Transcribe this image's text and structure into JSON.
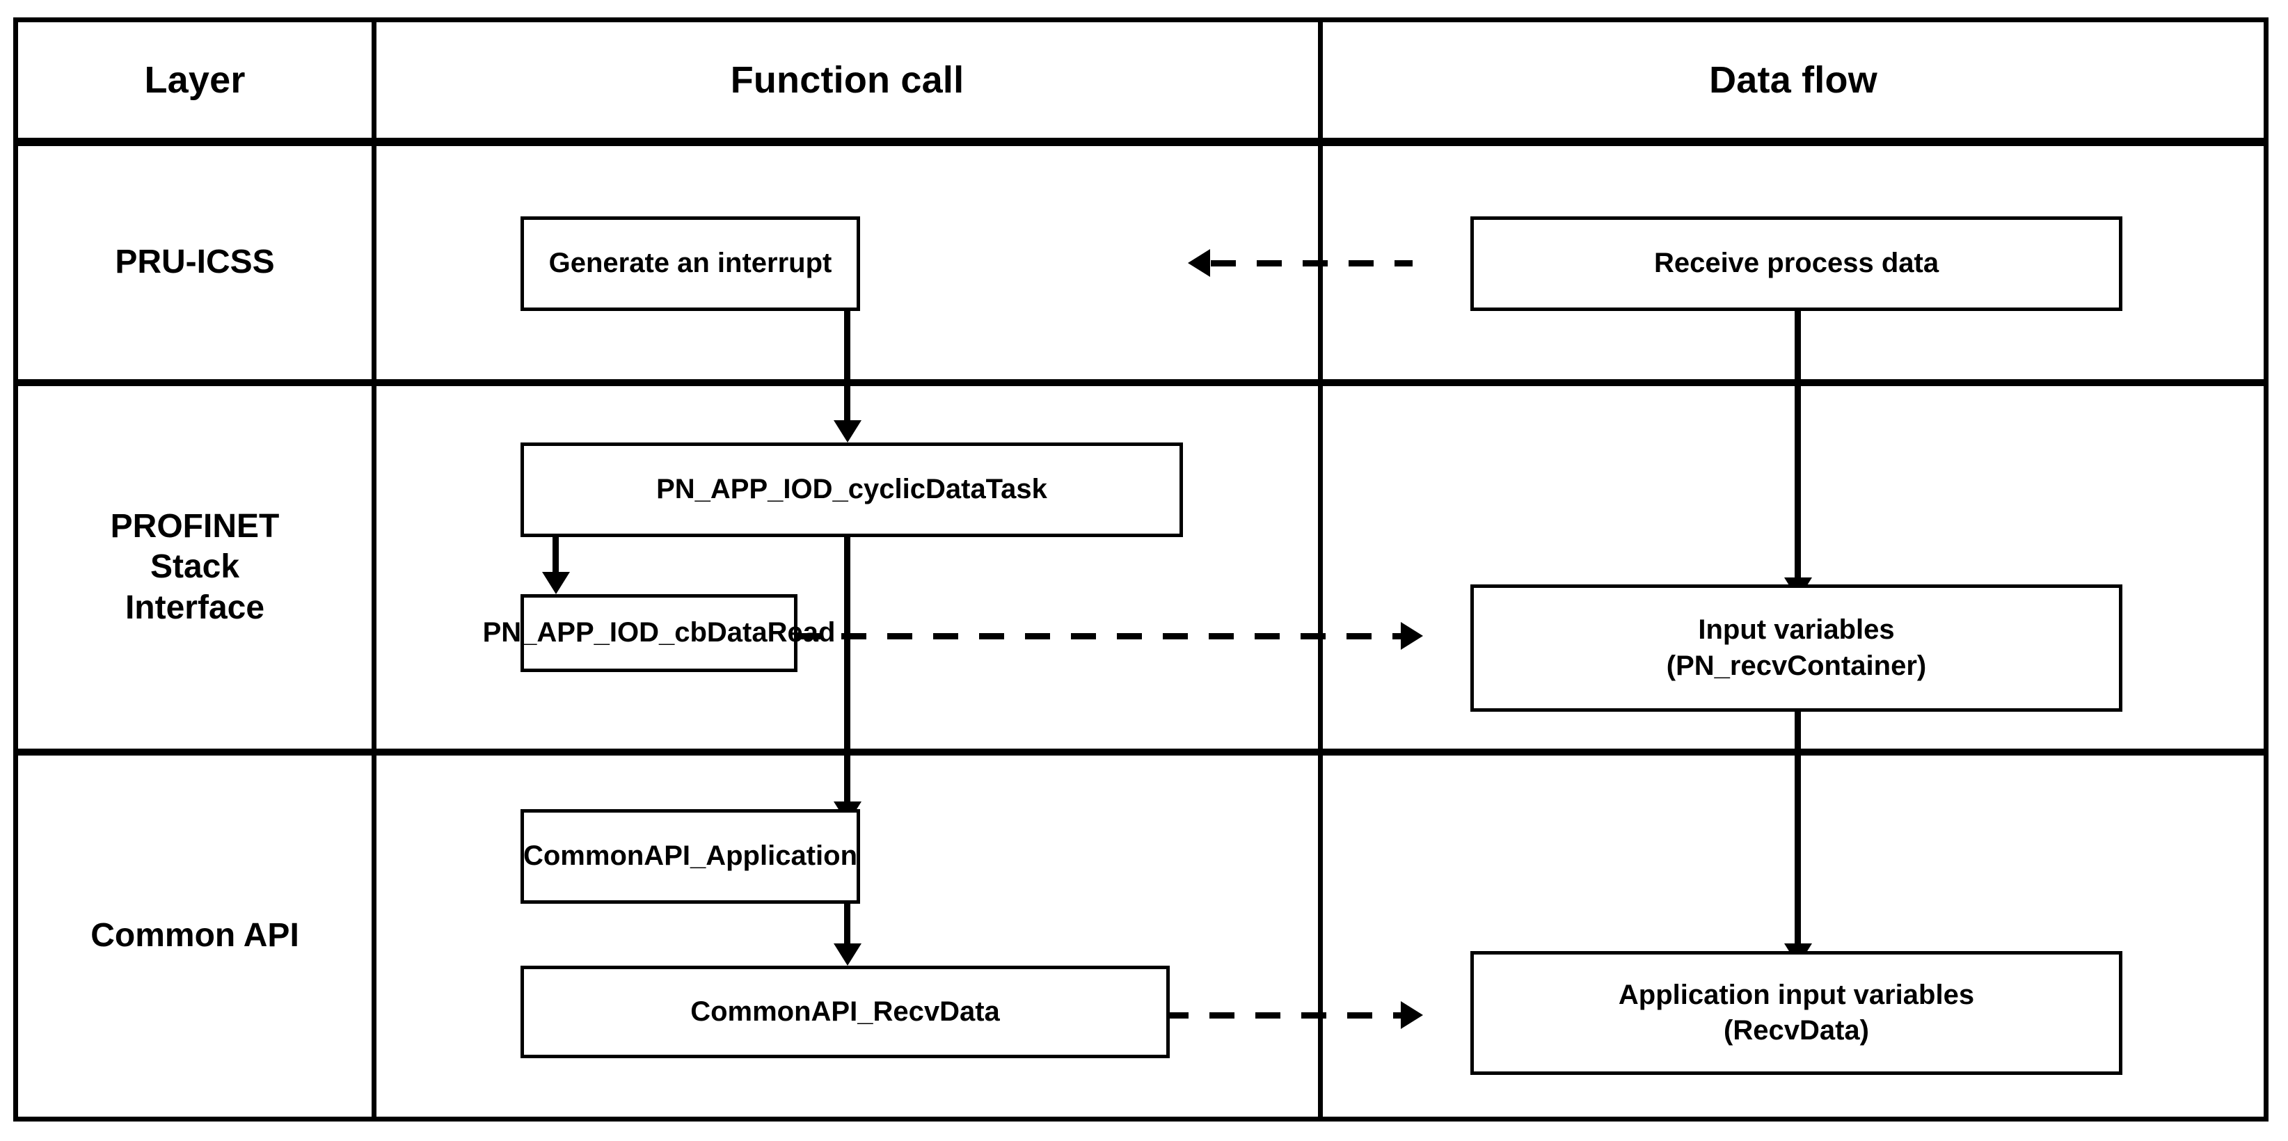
{
  "diagram": {
    "title": "PROFINET receive data flow across layers",
    "colors": {
      "line": "#000000",
      "background": "#ffffff",
      "text": "#000000"
    },
    "columns": [
      {
        "id": "layer",
        "header": "Layer"
      },
      {
        "id": "function_call",
        "header": "Function call"
      },
      {
        "id": "data_flow",
        "header": "Data flow"
      }
    ],
    "rows": [
      {
        "id": "pru-icss",
        "label": "PRU-ICSS"
      },
      {
        "id": "profinet-stack-interface",
        "label": "PROFINET\nStack\nInterface",
        "label_lines": [
          "PROFINET",
          "Stack",
          "Interface"
        ]
      },
      {
        "id": "common-api",
        "label": "Common API"
      }
    ],
    "nodes": [
      {
        "id": "generate-an-interrupt",
        "row": "pru-icss",
        "column": "function_call",
        "label": "Generate an interrupt"
      },
      {
        "id": "receive-process-data",
        "row": "pru-icss",
        "column": "data_flow",
        "label": "Receive process data"
      },
      {
        "id": "pn-app-iod-cyclicdatatask",
        "row": "profinet-stack-interface",
        "column": "function_call",
        "label": "PN_APP_IOD_cyclicDataTask"
      },
      {
        "id": "pn-app-iod-cbdataread",
        "row": "profinet-stack-interface",
        "column": "function_call",
        "label": "PN_APP_IOD_cbDataRead"
      },
      {
        "id": "input-variables",
        "row": "profinet-stack-interface",
        "column": "data_flow",
        "label_line1": "Input variables",
        "label_line2": "(PN_recvContainer)"
      },
      {
        "id": "commonapi-application",
        "row": "common-api",
        "column": "function_call",
        "label": "CommonAPI_Application"
      },
      {
        "id": "commonapi-recvdata",
        "row": "common-api",
        "column": "function_call",
        "label": "CommonAPI_RecvData"
      },
      {
        "id": "application-input-variables",
        "row": "common-api",
        "column": "data_flow",
        "label_line1": "Application input variables",
        "label_line2": "(RecvData)"
      }
    ],
    "edges": [
      {
        "id": "receive-process-data-to-generate-an-interrupt",
        "from": "receive-process-data",
        "to": "generate-an-interrupt",
        "style": "dashed",
        "direction": "left"
      },
      {
        "id": "generate-an-interrupt-to-cyclicdatatask",
        "from": "generate-an-interrupt",
        "to": "pn-app-iod-cyclicdatatask",
        "style": "solid",
        "direction": "down"
      },
      {
        "id": "cyclicdatatask-to-cbdataread",
        "from": "pn-app-iod-cyclicdatatask",
        "to": "pn-app-iod-cbdataread",
        "style": "solid",
        "direction": "down"
      },
      {
        "id": "cbdataread-to-input-variables",
        "from": "pn-app-iod-cbdataread",
        "to": "input-variables",
        "style": "dashed",
        "direction": "right"
      },
      {
        "id": "receive-process-data-to-input-variables",
        "from": "receive-process-data",
        "to": "input-variables",
        "style": "solid",
        "direction": "down"
      },
      {
        "id": "cyclicdatatask-to-commonapi-application",
        "from": "pn-app-iod-cyclicdatatask",
        "to": "commonapi-application",
        "style": "solid",
        "direction": "down"
      },
      {
        "id": "commonapi-application-to-commonapi-recvdata",
        "from": "commonapi-application",
        "to": "commonapi-recvdata",
        "style": "solid",
        "direction": "down"
      },
      {
        "id": "commonapi-recvdata-to-application-input-variables",
        "from": "commonapi-recvdata",
        "to": "application-input-variables",
        "style": "dashed",
        "direction": "right"
      },
      {
        "id": "input-variables-to-application-input-variables",
        "from": "input-variables",
        "to": "application-input-variables",
        "style": "solid",
        "direction": "down"
      }
    ]
  }
}
